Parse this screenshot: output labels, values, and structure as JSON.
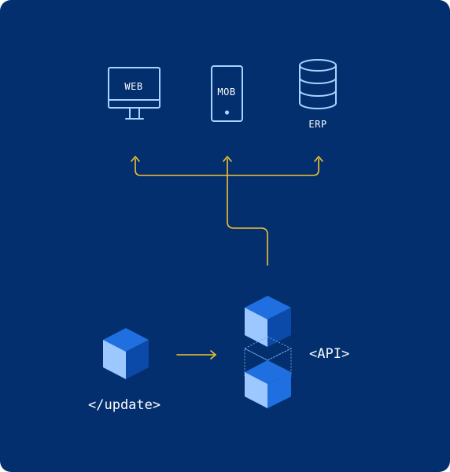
{
  "colors": {
    "background": "#032f6e",
    "outline": "#a9d2ff",
    "arrow": "#f2c230",
    "cube_light": "#9cc8ff",
    "cube_mid": "#1f6fe0",
    "cube_dark": "#0b4aa8"
  },
  "targets": {
    "web": {
      "label": "WEB",
      "icon": "monitor-icon"
    },
    "mob": {
      "label": "MOB",
      "icon": "phone-icon"
    },
    "erp": {
      "label": "ERP",
      "icon": "database-icon"
    }
  },
  "sources": {
    "update": {
      "label": "</update>",
      "icon": "cube-icon"
    },
    "api": {
      "label": "<API>",
      "icon": "stacked-cubes-icon"
    }
  }
}
